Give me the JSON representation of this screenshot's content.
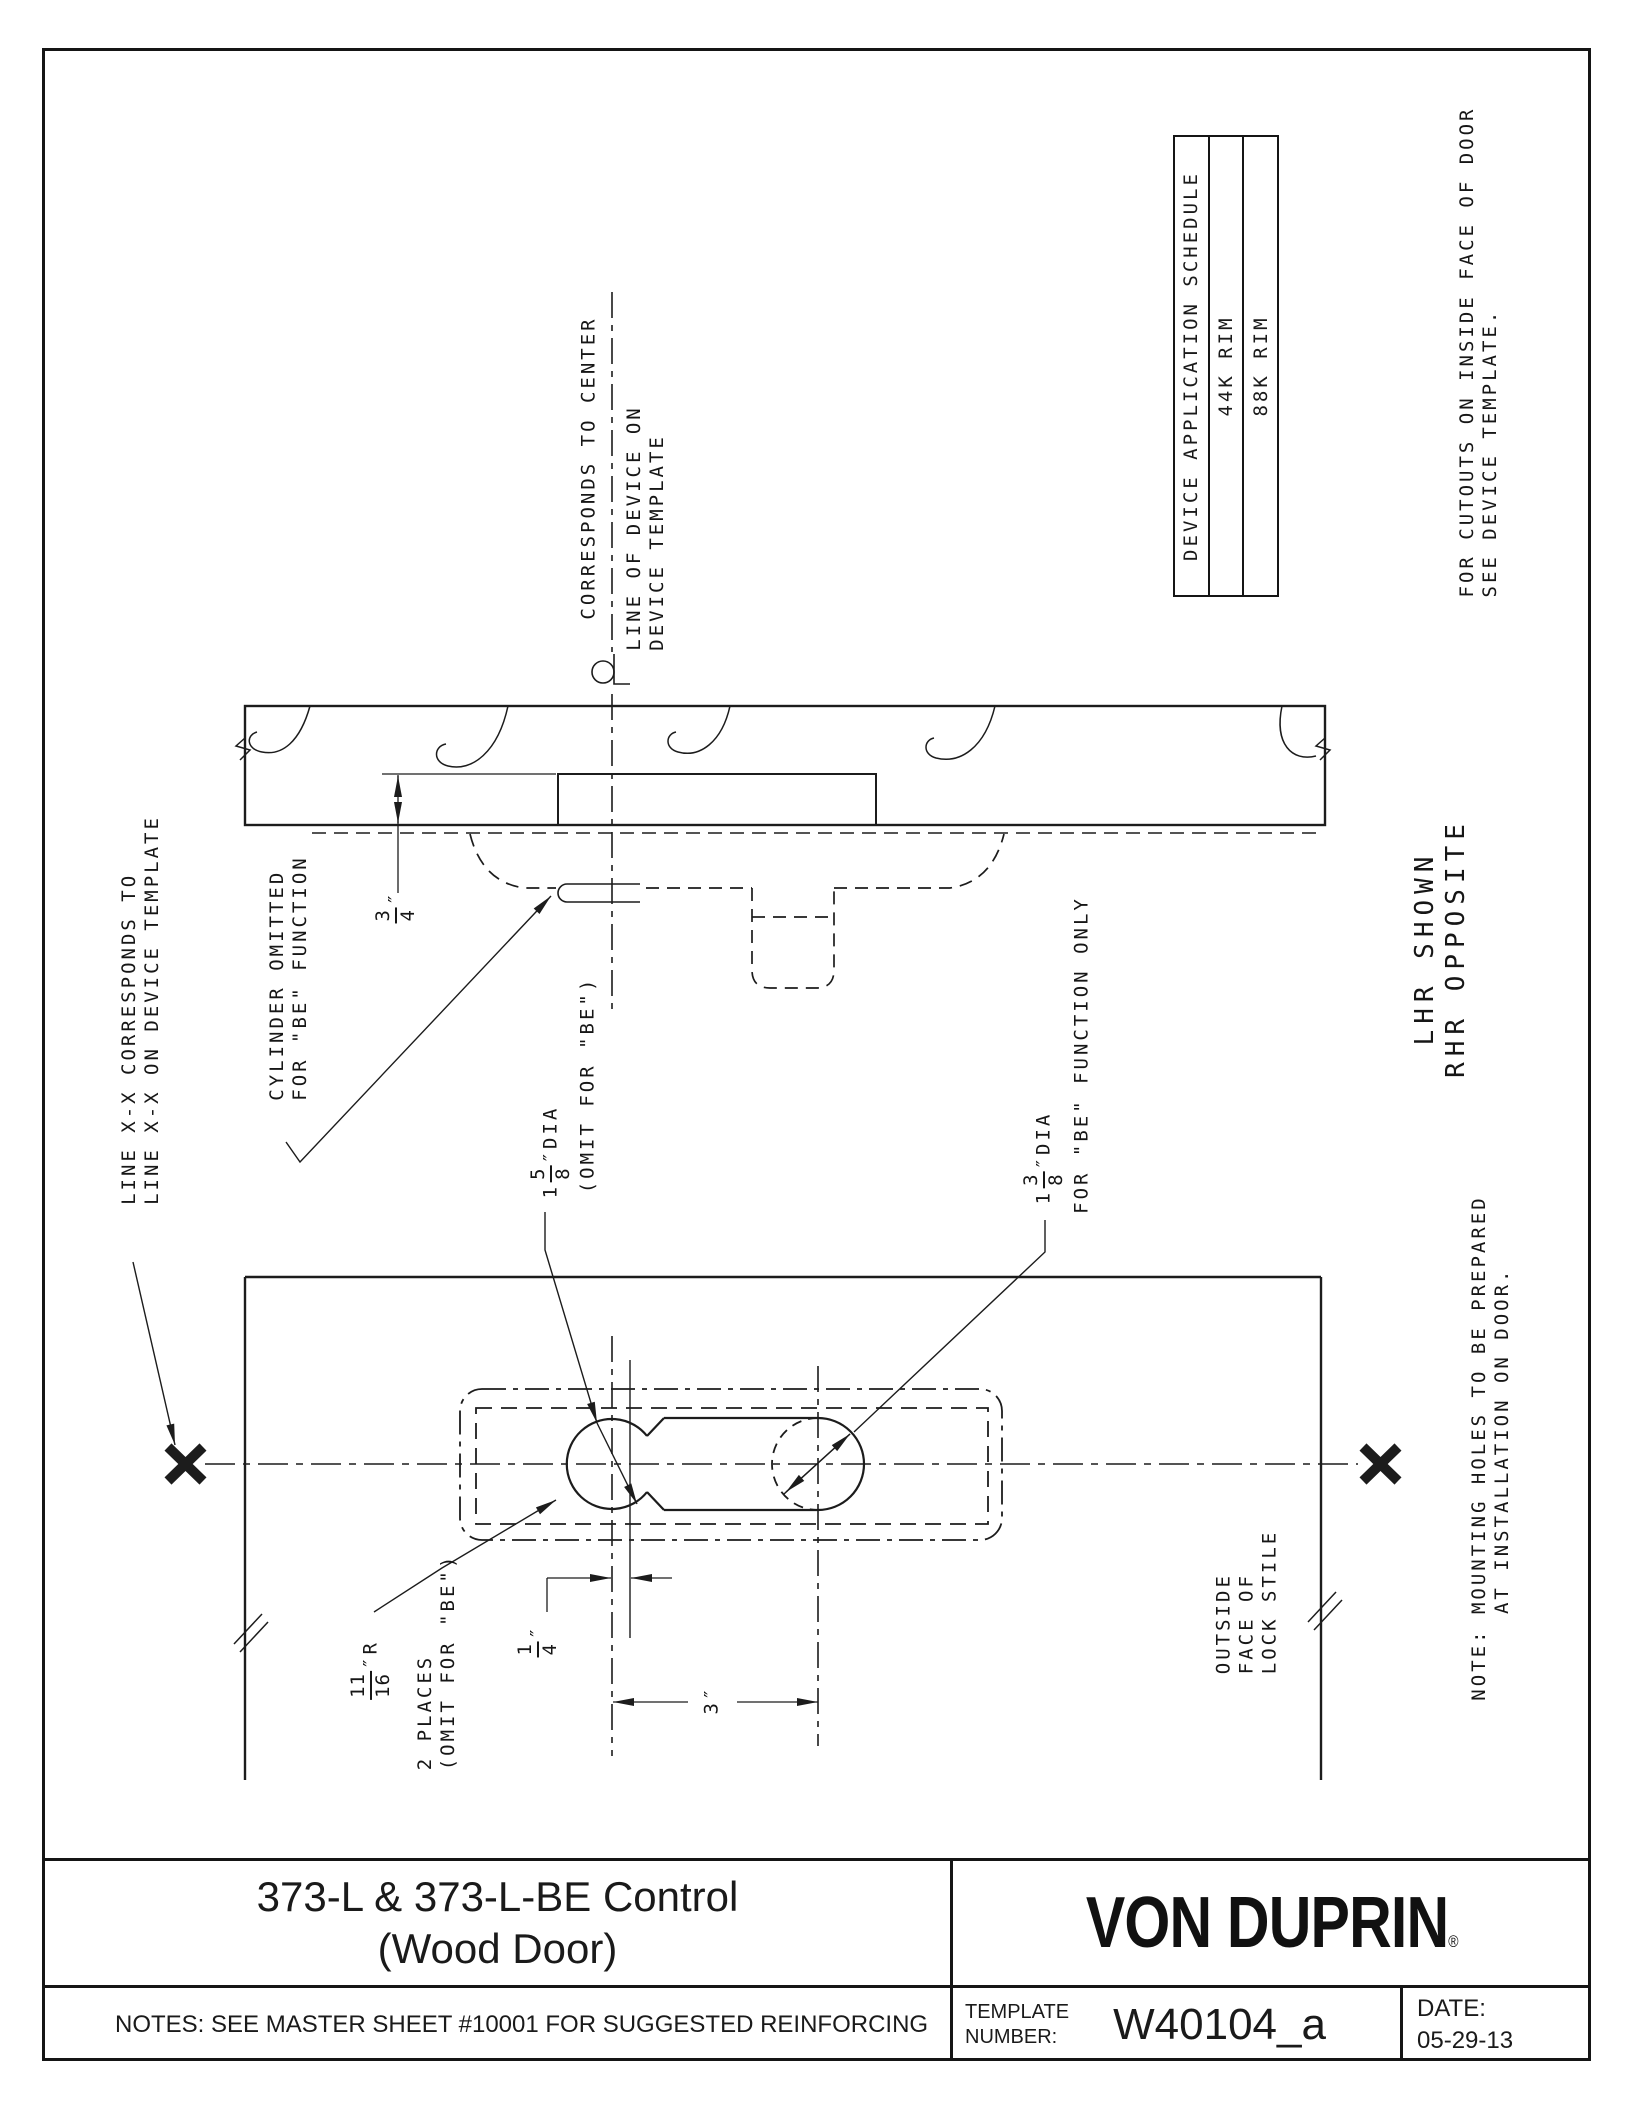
{
  "annotations": {
    "corresponds_1": "CORRESPONDS TO CENTER",
    "corresponds_2": "LINE OF DEVICE ON\nDEVICE TEMPLATE",
    "line_xx": "LINE X-X CORRESPONDS TO\nLINE X-X ON DEVICE TEMPLATE",
    "cylinder_omitted": "CYLINDER OMITTED\nFOR \"BE\" FUNCTION",
    "lhr": "LHR SHOWN\nRHR OPPOSITE",
    "for_cutouts": "FOR CUTOUTS ON INSIDE FACE OF DOOR\nSEE DEVICE TEMPLATE.",
    "outside_face": "OUTSIDE\nFACE OF\nLOCK STILE",
    "note_mounting": "NOTE: MOUNTING HOLES TO BE PREPARED\n      AT INSTALLATION ON DOOR.",
    "dia_large": {
      "whole": "1",
      "num": "5",
      "den": "8",
      "suffix": "″DIA"
    },
    "dia_large_note": "(OMIT FOR \"BE\")",
    "dia_small": {
      "whole": "1",
      "num": "3",
      "den": "8",
      "suffix": "″DIA"
    },
    "dia_small_note": "FOR \"BE\" FUNCTION ONLY",
    "radius": {
      "num": "11",
      "den": "16",
      "suffix": "″R"
    },
    "radius_note": "2 PLACES\n(OMIT FOR \"BE\")",
    "dim_34": {
      "num": "3",
      "den": "4",
      "suffix": "″"
    },
    "dim_14": {
      "num": "1",
      "den": "4",
      "suffix": "″"
    },
    "dim_3": "3″"
  },
  "schedule": {
    "title": "DEVICE APPLICATION SCHEDULE",
    "rows": [
      "44K RIM",
      "88K RIM"
    ]
  },
  "title_block": {
    "title_line1": "373-L & 373-L-BE Control",
    "title_line2": "(Wood Door)",
    "brand": "VON DUPRIN",
    "registered": "®",
    "notes": "NOTES: SEE MASTER SHEET #10001 FOR SUGGESTED REINFORCING",
    "template_label": "TEMPLATE\nNUMBER:",
    "template_number": "W40104_a",
    "date_label": "DATE:",
    "date_value": "05-29-13"
  }
}
